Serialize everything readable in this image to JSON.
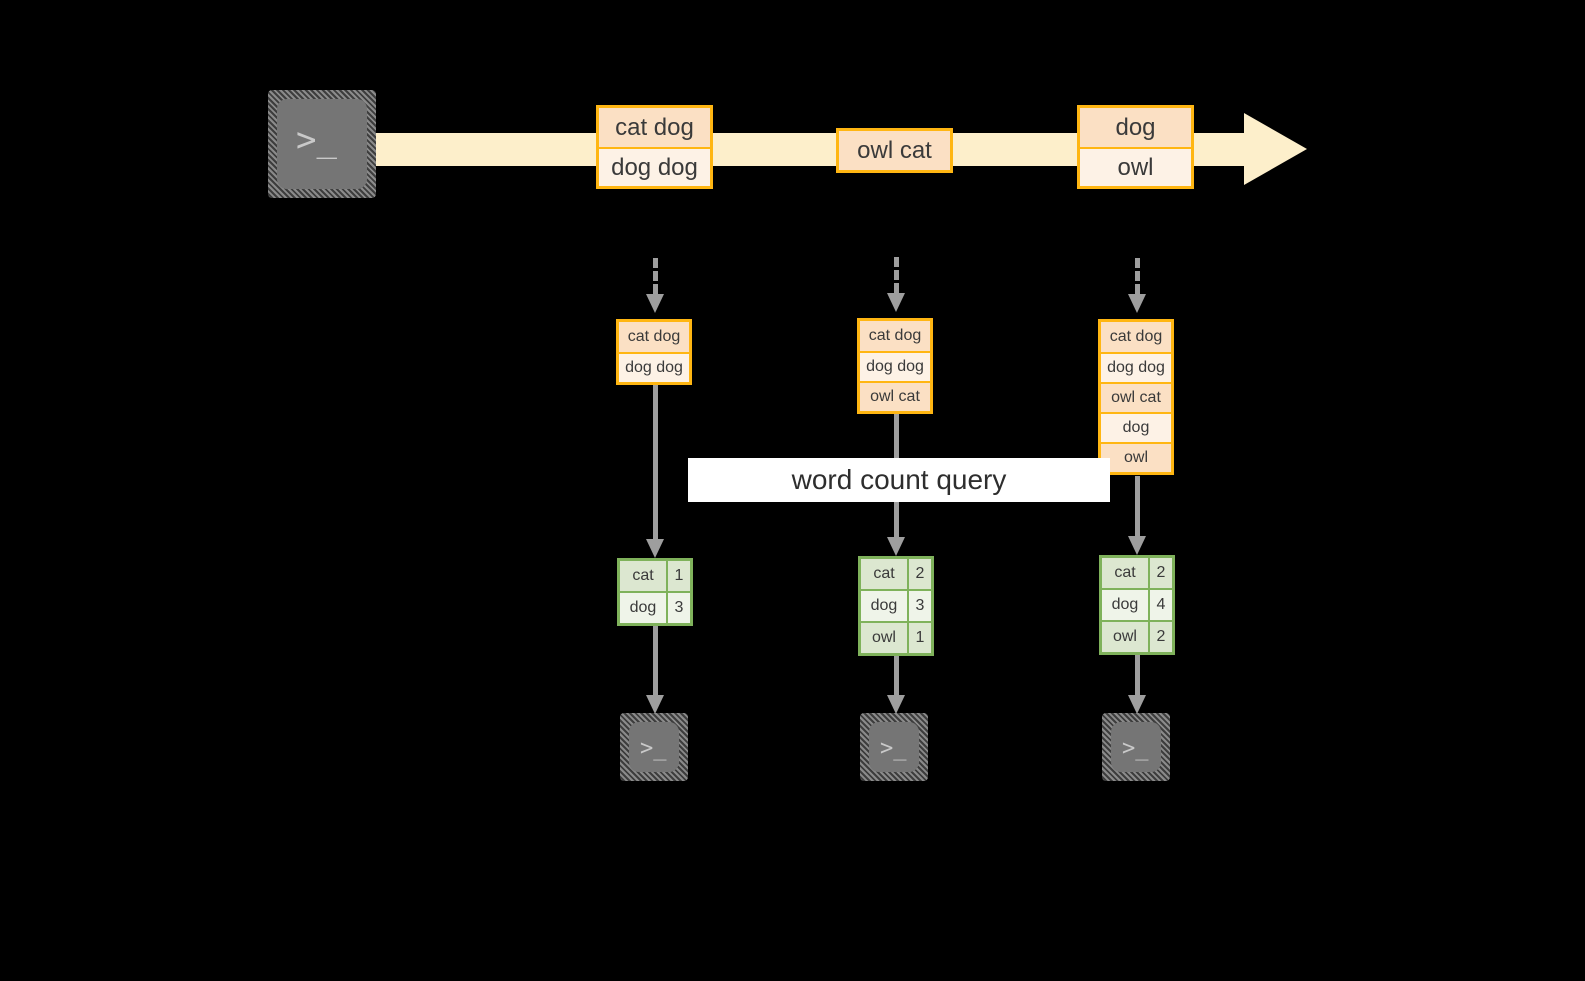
{
  "diagram": {
    "title": "word count query streaming diagram",
    "colors": {
      "background": "#000000",
      "stream_band": "#FDEFCB",
      "record_border": "#FFB612",
      "record_fill_dark": "#FBE0C4",
      "record_fill_light": "#FDF2E6",
      "table_border": "#7FB25B",
      "table_fill_dark": "#DCE7D0",
      "table_fill_light": "#EFF4E9",
      "connector": "#9E9E9E",
      "terminal_body": "#757575",
      "label_background": "#FFFFFF"
    }
  },
  "source": {
    "icon": "terminal-icon",
    "prompt": ">_"
  },
  "stream": {
    "arrow_icon": "stream-arrow-icon",
    "records": [
      {
        "id": "record-1",
        "lines": [
          "cat dog",
          "dog dog"
        ]
      },
      {
        "id": "record-2",
        "lines": [
          "owl cat"
        ]
      },
      {
        "id": "record-3",
        "lines": [
          "dog",
          "owl"
        ]
      }
    ]
  },
  "query": {
    "label": "word count query"
  },
  "stages": [
    {
      "id": "stage-1",
      "input_arrow": "dashed-down-arrow-icon",
      "buffer": {
        "rows": [
          "cat dog",
          "dog dog"
        ]
      },
      "process_arrow": "down-arrow-icon",
      "result": {
        "rows": [
          {
            "word": "cat",
            "count": "1"
          },
          {
            "word": "dog",
            "count": "3"
          }
        ]
      },
      "output_arrow": "down-arrow-icon",
      "sink": {
        "icon": "terminal-icon",
        "prompt": ">_"
      }
    },
    {
      "id": "stage-2",
      "input_arrow": "dashed-down-arrow-icon",
      "buffer": {
        "rows": [
          "cat dog",
          "dog dog",
          "owl cat"
        ]
      },
      "process_arrow": "down-arrow-icon",
      "result": {
        "rows": [
          {
            "word": "cat",
            "count": "2"
          },
          {
            "word": "dog",
            "count": "3"
          },
          {
            "word": "owl",
            "count": "1"
          }
        ]
      },
      "output_arrow": "down-arrow-icon",
      "sink": {
        "icon": "terminal-icon",
        "prompt": ">_"
      }
    },
    {
      "id": "stage-3",
      "input_arrow": "dashed-down-arrow-icon",
      "buffer": {
        "rows": [
          "cat dog",
          "dog dog",
          "owl cat",
          "dog",
          "owl"
        ]
      },
      "process_arrow": "down-arrow-icon",
      "result": {
        "rows": [
          {
            "word": "cat",
            "count": "2"
          },
          {
            "word": "dog",
            "count": "4"
          },
          {
            "word": "owl",
            "count": "2"
          }
        ]
      },
      "output_arrow": "down-arrow-icon",
      "sink": {
        "icon": "terminal-icon",
        "prompt": ">_"
      }
    }
  ]
}
